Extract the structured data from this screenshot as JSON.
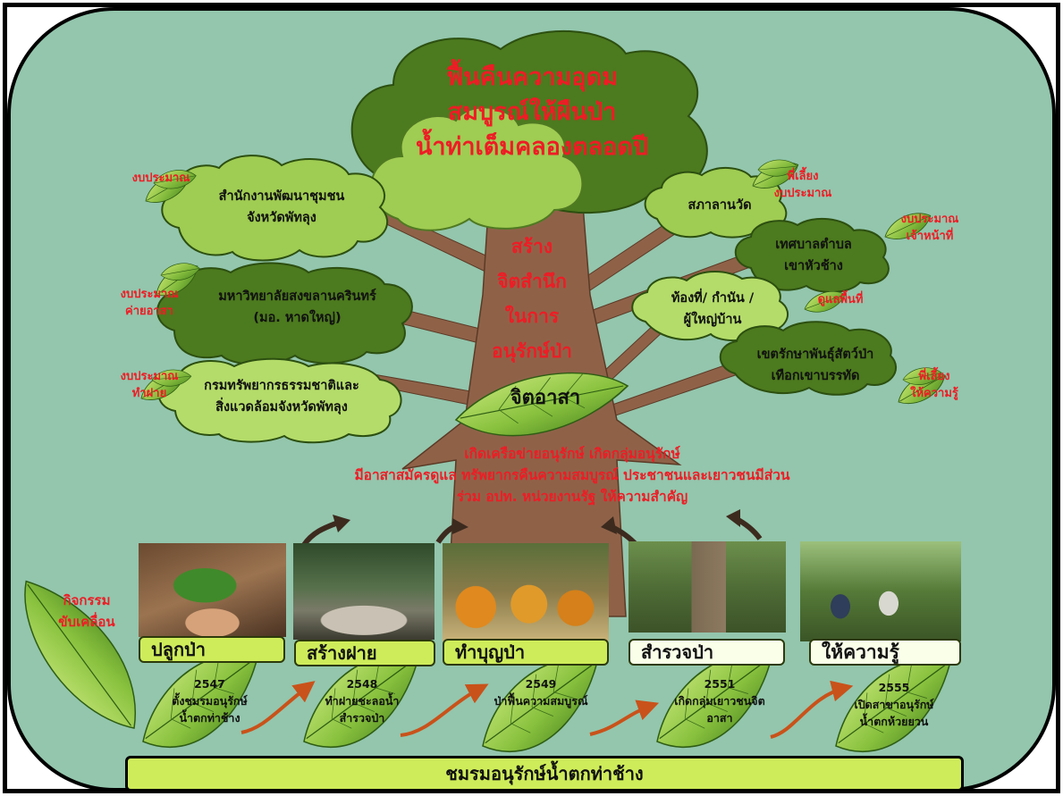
{
  "canopy": {
    "title_lines": [
      "ฟื้นคืนความอุดม",
      "สมบูรณ์ให้ผืนป่า",
      "น้ำท่าเต็มคลองตลอดปี"
    ]
  },
  "trunk": {
    "title_lines": [
      "สร้าง",
      "จิตสำนึก",
      "ในการ",
      "อนุรักษ์ป่า"
    ],
    "leaf_label": "จิตอาสา"
  },
  "left_branches": [
    {
      "lines": [
        "สำนักงานพัฒนาชุมชน",
        "จังหวัดพัทลุง"
      ],
      "side": [
        "งบประมาณ"
      ]
    },
    {
      "lines": [
        "มหาวิทยาลัยสงขลานครินทร์",
        "(มอ. หาดใหญ่)"
      ],
      "side": [
        "งบประมาณ",
        "ค่ายอาสา"
      ]
    },
    {
      "lines": [
        "กรมทรัพยากรธรรมชาติและ",
        "สิ่งแวดล้อมจังหวัดพัทลุง"
      ],
      "side": [
        "งบประมาณ",
        "ทำฝาย"
      ]
    }
  ],
  "right_branches": [
    {
      "lines": [
        "สภาลานวัด"
      ],
      "side": [
        "พี่เลี้ยง",
        "งบประมาณ"
      ]
    },
    {
      "lines": [
        "เทศบาลตำบล",
        "เขาหัวช้าง"
      ],
      "side": [
        "งบประมาณ",
        "เจ้าหน้าที่"
      ]
    },
    {
      "lines": [
        "ท้องที่/ กำนัน /",
        "ผู้ใหญ่บ้าน"
      ],
      "side": [
        "ดูแลพื้นที่"
      ]
    },
    {
      "lines": [
        "เขตรักษาพันธุ์สัตว์ป่า",
        "เทือกเขาบรรทัด"
      ],
      "side": [
        "พี่เลี้ยง",
        "ให้ความรู้"
      ]
    }
  ],
  "results": {
    "lines": [
      "เกิดเครือข่ายอนุรักษ์ เกิดกลุ่มอนุรักษ์",
      "มีอาสาสมัครดูแล ทรัพยากรคืนความสมบูรณ์ ประชาชนและเยาวชนมีส่วน",
      "ร่วม อปท. หน่วยงานรัฐ ให้ความสำคัญ"
    ]
  },
  "drive_label": [
    "กิจกรรม",
    "ขับเคลื่อน"
  ],
  "activities": [
    {
      "label": "ปลูกป่า"
    },
    {
      "label": "สร้างฝาย"
    },
    {
      "label": "ทำบุญป่า"
    },
    {
      "label": "สำรวจป่า"
    },
    {
      "label": "ให้ความรู้"
    }
  ],
  "timeline": [
    {
      "year": "2547",
      "lines": [
        "ตั้งชมรมอนุรักษ์",
        "น้ำตกท่าช้าง"
      ]
    },
    {
      "year": "2548",
      "lines": [
        "ทำฝายชะลอน้ำ",
        "สำรวจป่า"
      ]
    },
    {
      "year": "2549",
      "lines": [
        "ป่าฟื้นความสมบูรณ์"
      ]
    },
    {
      "year": "2551",
      "lines": [
        "เกิดกลุ่มเยาวชนจิต",
        "อาสา"
      ]
    },
    {
      "year": "2555",
      "lines": [
        "เปิดสาขาอนุรักษ์",
        "น้ำตกห้วยยวน"
      ]
    }
  ],
  "footer": "ชมรมอนุรักษ์น้ำตกท่าช้าง",
  "colors": {
    "panel": "#93c6ad",
    "red_text": "#ee1c25",
    "trunk": "#8f6248",
    "activity_box": "#ceec5a"
  }
}
